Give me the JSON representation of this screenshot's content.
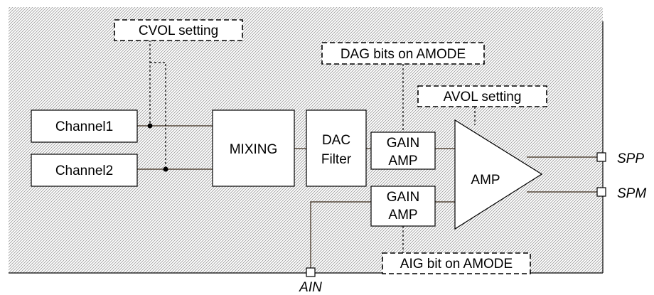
{
  "blocks": {
    "channel1": "Channel1",
    "channel2": "Channel2",
    "mixing": "MIXING",
    "dac_line1": "DAC",
    "dac_line2": "Filter",
    "gain_amp_top_line1": "GAIN",
    "gain_amp_top_line2": "AMP",
    "gain_amp_bottom_line1": "GAIN",
    "gain_amp_bottom_line2": "AMP",
    "amp": "AMP"
  },
  "controls": {
    "cvol": "CVOL setting",
    "dag": "DAG bits on AMODE",
    "avol": "AVOL setting",
    "aig": "AIG bit on AMODE"
  },
  "pins": {
    "spp": "SPP",
    "spm": "SPM",
    "ain": "AIN"
  }
}
